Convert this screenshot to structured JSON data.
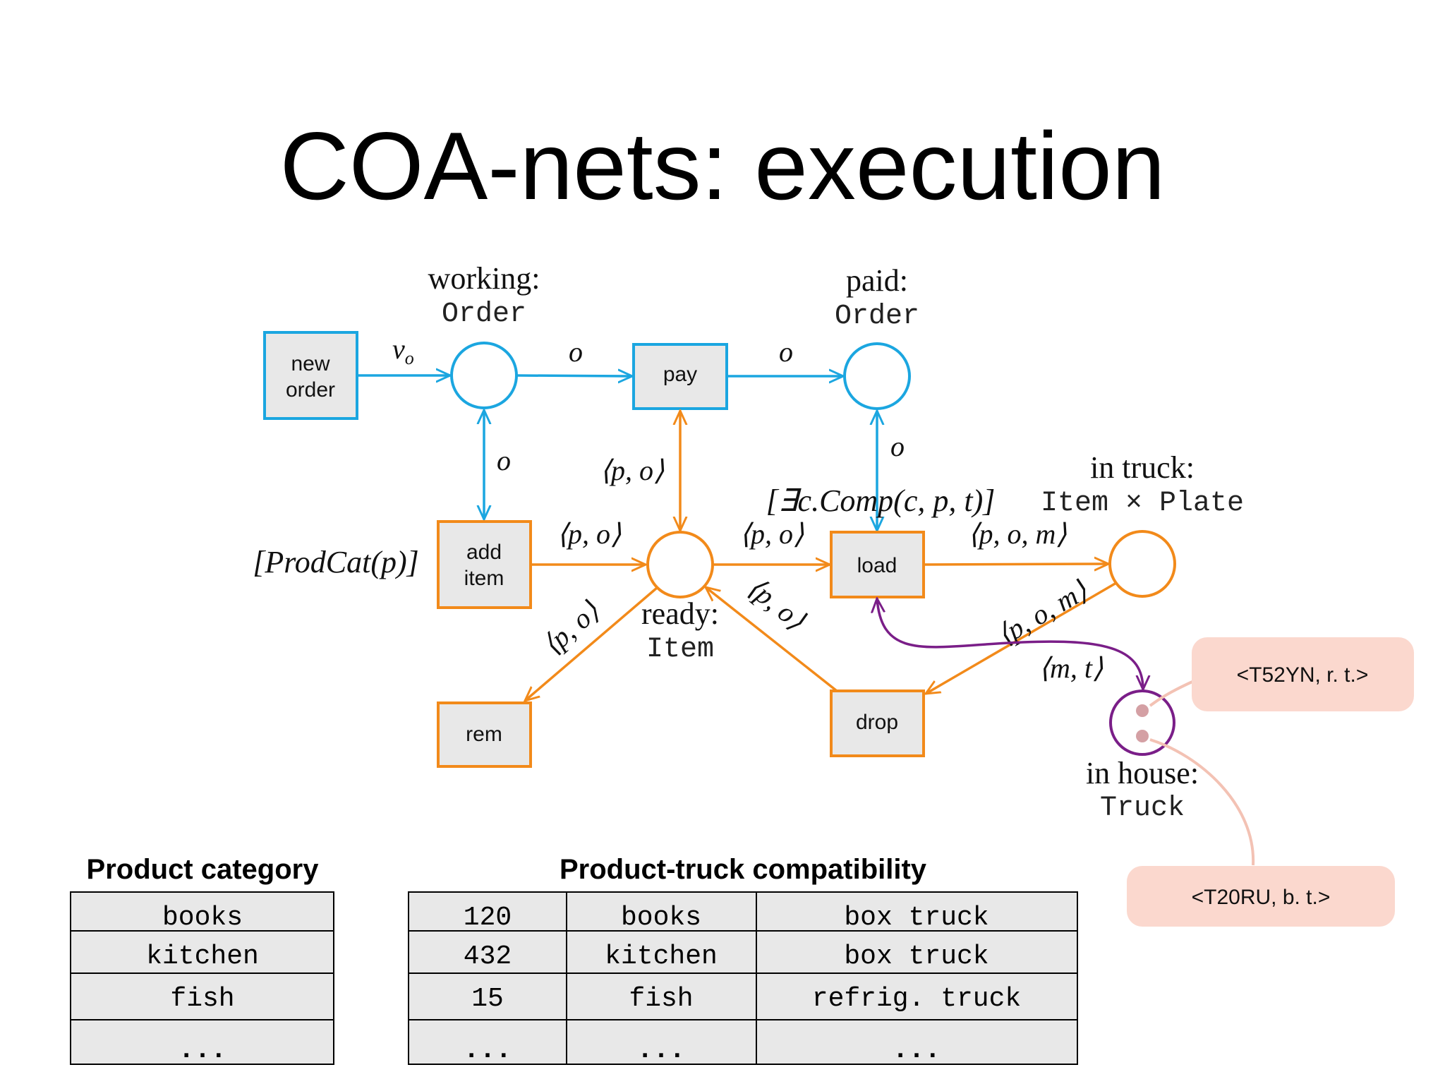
{
  "title": "COA-nets: execution",
  "colors": {
    "blue": "#1ba6e0",
    "orange": "#f28a1a",
    "purple": "#7a1e88",
    "token_fill": "#fbd8ce",
    "token_line": "#f3c2b4",
    "token_dot": "#d4a0a4",
    "box_fill": "#e8e8e8",
    "table_fill": "#e8e8e8"
  },
  "transitions": {
    "new_order": {
      "line1": "new",
      "line2": "order"
    },
    "pay": "pay",
    "add_item": {
      "line1": "add",
      "line2": "item"
    },
    "load": "load",
    "rem": "rem",
    "drop": "drop"
  },
  "places": {
    "working": {
      "name": "working:",
      "type": "Order"
    },
    "paid": {
      "name": "paid:",
      "type": "Order"
    },
    "ready": {
      "name": "ready:",
      "type": "Item"
    },
    "in_truck": {
      "name": "in truck:",
      "type": "Item × Plate"
    },
    "in_house": {
      "name": "in house:",
      "type": "Truck"
    }
  },
  "arcs": {
    "nu_o": "ν",
    "nu_o_sub": "o",
    "o": "o",
    "p_o": "⟨p, o⟩",
    "p_o_m": "⟨p, o, m⟩",
    "m_t": "⟨m, t⟩"
  },
  "guards": {
    "prodcat": "[ProdCat(p)]",
    "comp": "[∃c.Comp(c, p, t)]"
  },
  "tokens": [
    {
      "label": "<T52YN, r. t.>"
    },
    {
      "label": "<T20RU, b. t.>"
    }
  ],
  "tables": {
    "product_category": {
      "title": "Product category",
      "rows": [
        [
          "books"
        ],
        [
          "kitchen"
        ],
        [
          "fish"
        ],
        [
          "..."
        ]
      ]
    },
    "compatibility": {
      "title": "Product-truck compatibility",
      "rows": [
        [
          "120",
          "books",
          "box truck"
        ],
        [
          "432",
          "kitchen",
          "box truck"
        ],
        [
          "15",
          "fish",
          "refrig. truck"
        ],
        [
          "...",
          "...",
          "..."
        ]
      ]
    }
  }
}
